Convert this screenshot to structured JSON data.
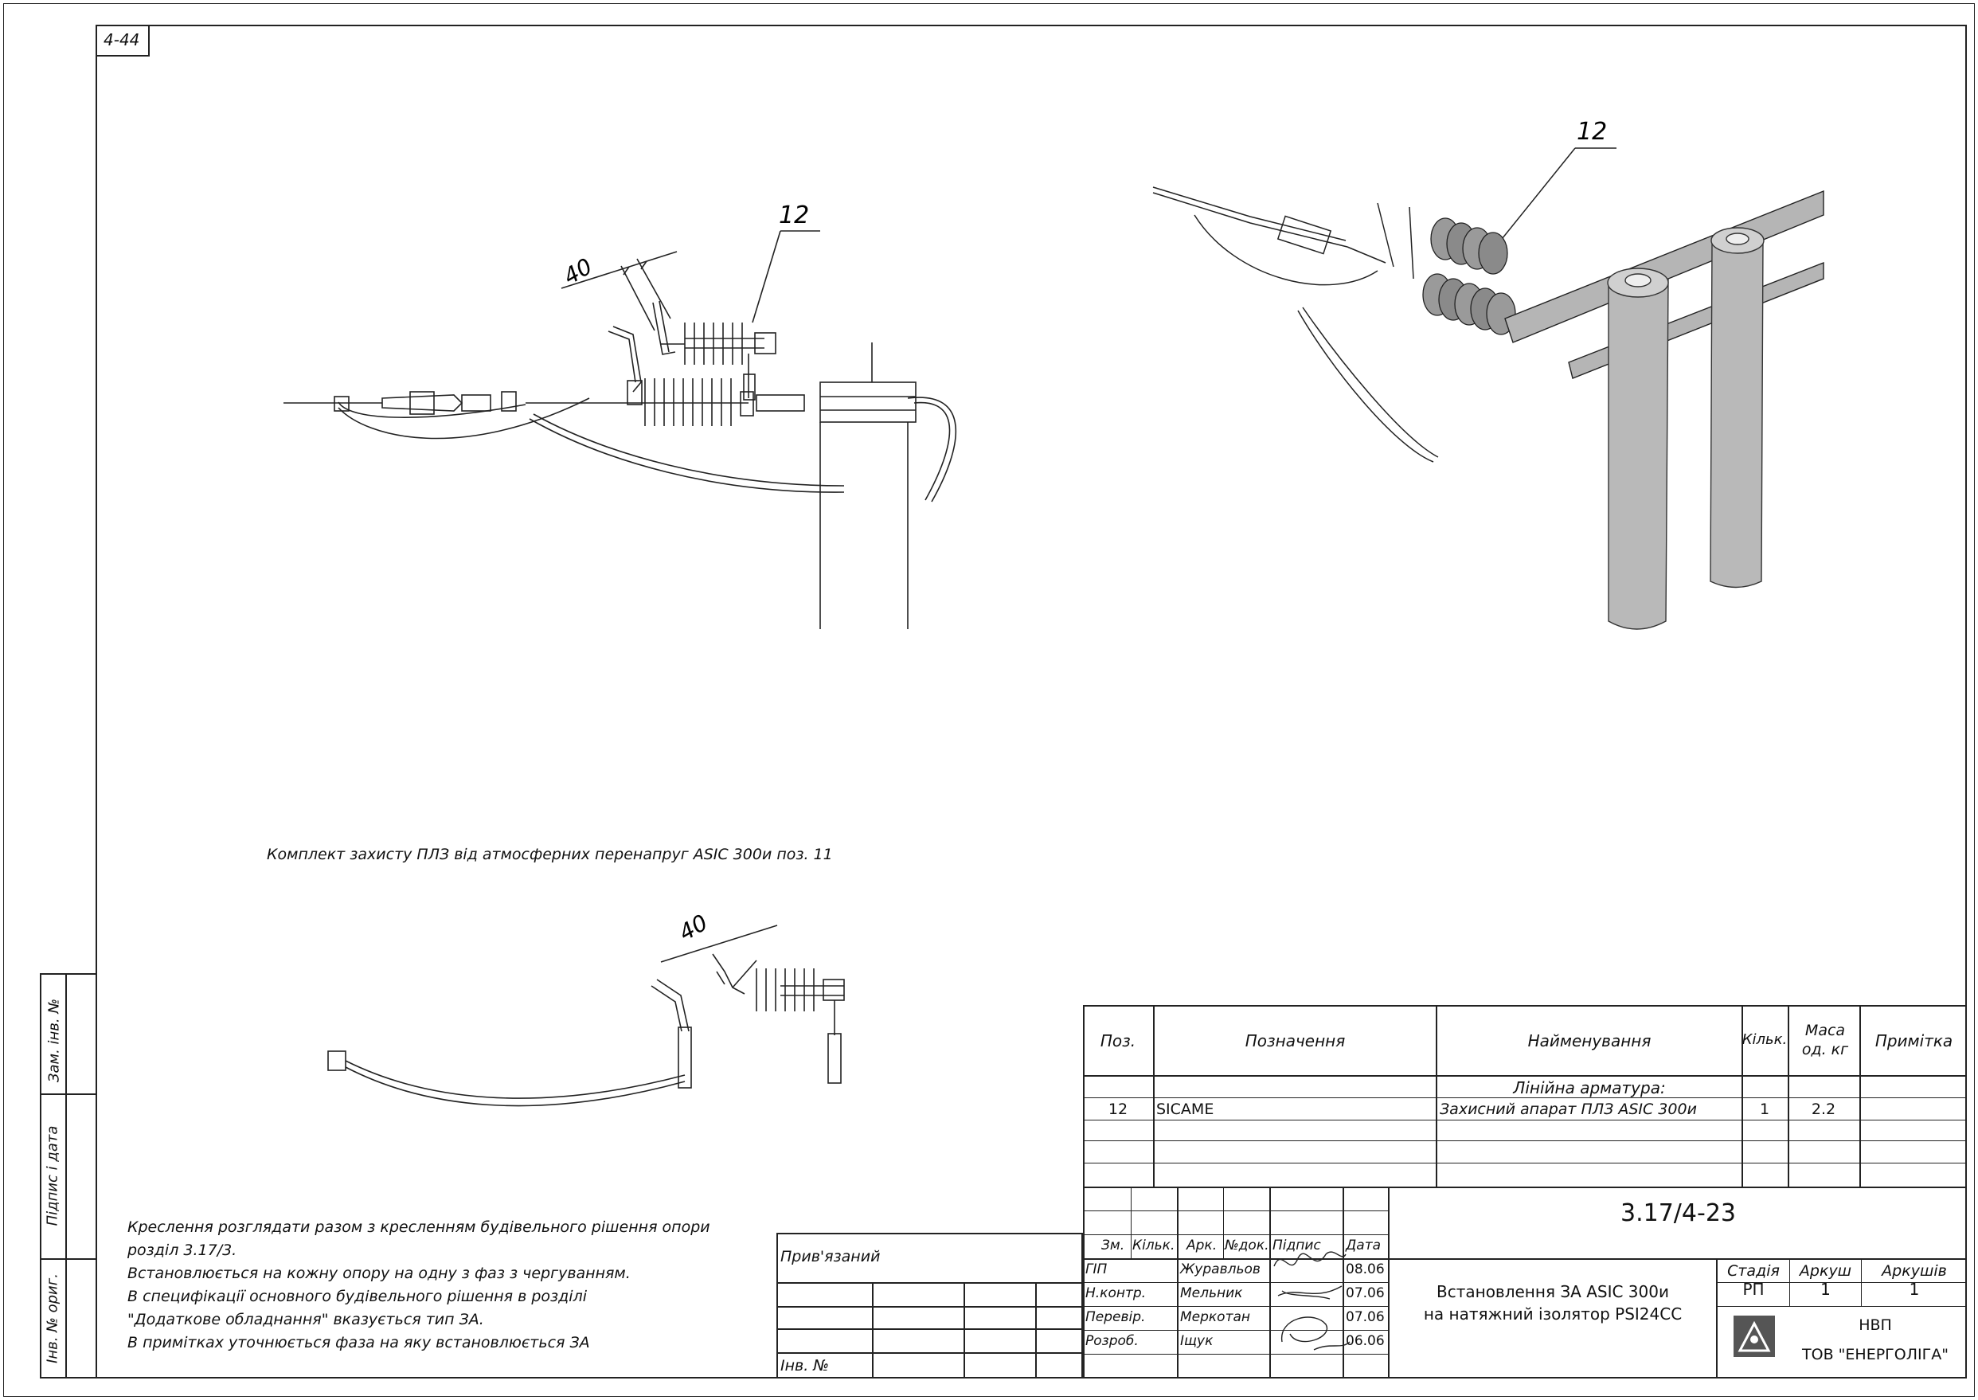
{
  "sheet_code": "4-44",
  "callout_top_left": "12",
  "callout_top_right": "12",
  "dim_top": "40",
  "dim_bottom": "40",
  "kit_caption": "Комплект захисту ПЛЗ від атмосферних перенапруг ASIC 300и поз. 11",
  "side_labels": {
    "zam_inv": "Зам. інв. №",
    "pidpys": "Підпис і дата",
    "inv_orig": "Інв. № ориг."
  },
  "notes": [
    "Креслення розглядати разом з кресленням будівельного рішення опори",
    "розділ 3.17/3.",
    "Встановлюється на кожну опору на одну з фаз з чергуванням.",
    "В специфікації основного будівельного рішення в розділі",
    "\"Додаткове обладнання\" вказується тип ЗА.",
    "В примітках уточнюється фаза на яку встановлюється ЗА"
  ],
  "attached": {
    "title": "Прив'язаний",
    "inv": "Інв. №"
  },
  "spec": {
    "headers": {
      "pos": "Поз.",
      "designation": "Позначення",
      "name": "Найменування",
      "qty": "Кільк.",
      "mass": "Маса од. кг",
      "note": "Примітка"
    },
    "section": "Лінійна арматура:",
    "rows": [
      {
        "pos": "12",
        "designation": "SICAME",
        "name": "Захисний апарат ПЛЗ ASIC 300и",
        "qty": "1",
        "mass": "2.2",
        "note": ""
      }
    ]
  },
  "title_block": {
    "doc_code": "3.17/4-23",
    "cols": {
      "zm": "Зм.",
      "kilk": "Кільк.",
      "ark": "Арк.",
      "ndok": "№док.",
      "pidpys": "Підпис",
      "data": "Дата"
    },
    "people": [
      {
        "role": "ГІП",
        "name": "Журавльов",
        "date": "08.06"
      },
      {
        "role": "Н.контр.",
        "name": "Мельник",
        "date": "07.06"
      },
      {
        "role": "Перевір.",
        "name": "Меркотан",
        "date": "07.06"
      },
      {
        "role": "Розроб.",
        "name": "Іщук",
        "date": "06.06"
      }
    ],
    "title_line1": "Встановлення ЗА ASIC 300и",
    "title_line2": "на натяжний ізолятор PSI24CC",
    "stage_label": "Стадія",
    "sheet_label": "Аркуш",
    "sheets_label": "Аркушів",
    "stage": "РП",
    "sheet": "1",
    "sheets": "1",
    "org_line1": "НВП",
    "org_line2": "ТОВ \"ЕНЕРГОЛІГА\""
  }
}
